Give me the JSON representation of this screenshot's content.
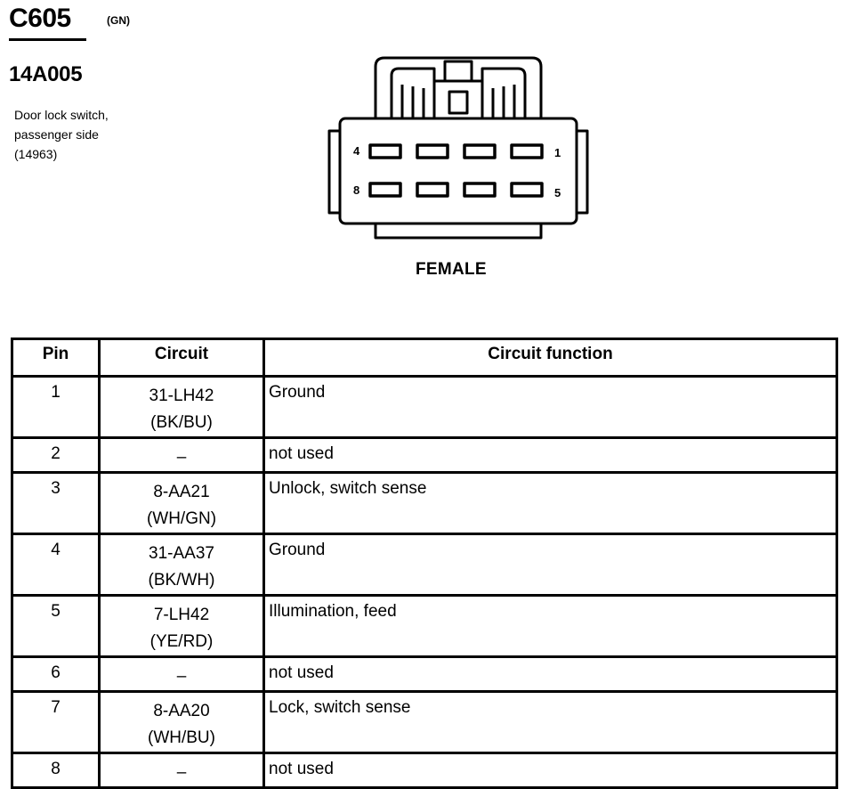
{
  "header": {
    "connector_id": "C605",
    "color_code": "(GN)",
    "part_number": "14A005",
    "description_lines": [
      "Door lock switch,",
      "passenger side",
      "(14963)"
    ]
  },
  "diagram": {
    "pin_labels": {
      "top_left": "4",
      "top_right": "1",
      "bottom_left": "8",
      "bottom_right": "5"
    },
    "gender": "FEMALE"
  },
  "table": {
    "headers": {
      "pin": "Pin",
      "circuit": "Circuit",
      "function": "Circuit function"
    },
    "rows": [
      {
        "pin": "1",
        "circuit": "31-LH42",
        "wire": "(BK/BU)",
        "function": "Ground"
      },
      {
        "pin": "2",
        "circuit": "–",
        "wire": "",
        "function": "not used"
      },
      {
        "pin": "3",
        "circuit": "8-AA21",
        "wire": "(WH/GN)",
        "function": "Unlock, switch sense"
      },
      {
        "pin": "4",
        "circuit": "31-AA37",
        "wire": "(BK/WH)",
        "function": "Ground"
      },
      {
        "pin": "5",
        "circuit": "7-LH42",
        "wire": "(YE/RD)",
        "function": "Illumination, feed"
      },
      {
        "pin": "6",
        "circuit": "–",
        "wire": "",
        "function": "not used"
      },
      {
        "pin": "7",
        "circuit": "8-AA20",
        "wire": "(WH/BU)",
        "function": "Lock, switch sense"
      },
      {
        "pin": "8",
        "circuit": "–",
        "wire": "",
        "function": "not used"
      }
    ]
  }
}
